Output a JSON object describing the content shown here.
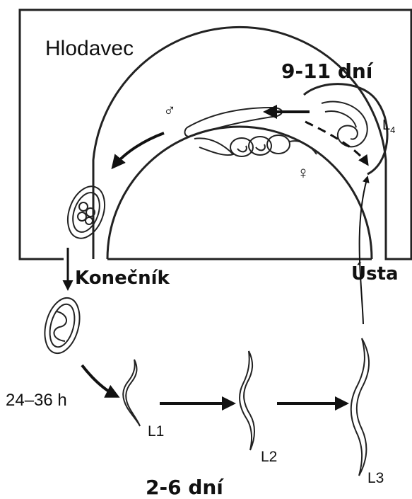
{
  "diagram": {
    "host_label": "Hlodavec",
    "duration_adult": "9-11 dní",
    "rectum_label": "Konečník",
    "mouth_label": "Ústa",
    "egg_time": "24–36 h",
    "duration_larvae": "2-6 dní",
    "stage_l1": "L1",
    "stage_l2": "L2",
    "stage_l3": "L3",
    "stage_l4_base": "L",
    "stage_l4_sub": "4",
    "male_symbol": "♂",
    "female_symbol": "♀"
  }
}
